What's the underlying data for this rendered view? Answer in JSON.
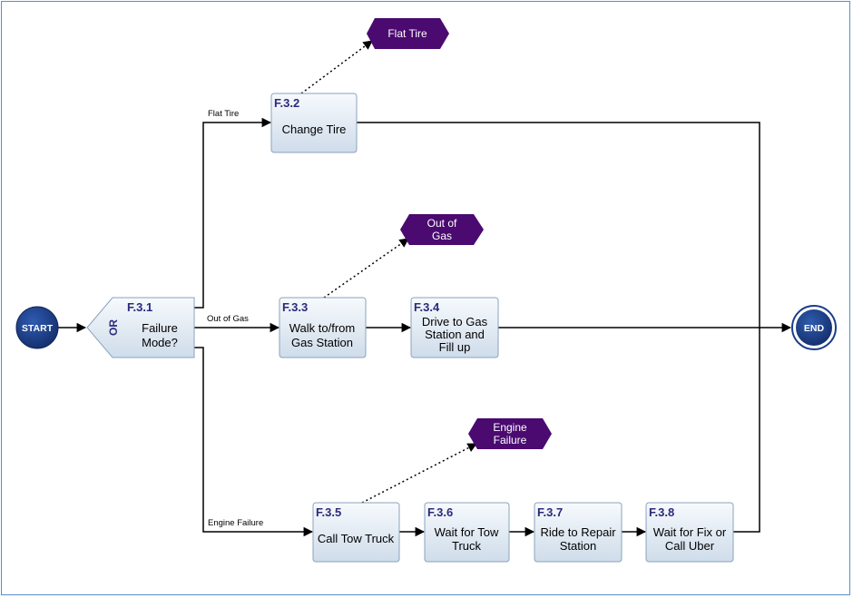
{
  "colors": {
    "terminal_fill": "#1b3d8a",
    "event_fill": "#4a0a70",
    "box_border": "#8aa3bd",
    "function_id_text": "#2b2a7a",
    "frame_border": "#5b8fc7"
  },
  "terminals": {
    "start": "START",
    "end": "END"
  },
  "decision": {
    "id": "F.3.1",
    "gate": "OR",
    "label_lines": [
      "Failure",
      "Mode?"
    ]
  },
  "branches": {
    "flat_tire": "Flat Tire",
    "out_of_gas": "Out of Gas",
    "engine_failure": "Engine Failure"
  },
  "functions": [
    {
      "id": "F.3.2",
      "lines": [
        "Change Tire"
      ]
    },
    {
      "id": "F.3.3",
      "lines": [
        "Walk to/from",
        "Gas Station"
      ]
    },
    {
      "id": "F.3.4",
      "lines": [
        "Drive to Gas",
        "Station and",
        "Fill up"
      ]
    },
    {
      "id": "F.3.5",
      "lines": [
        "Call Tow Truck"
      ]
    },
    {
      "id": "F.3.6",
      "lines": [
        "Wait for Tow",
        "Truck"
      ]
    },
    {
      "id": "F.3.7",
      "lines": [
        "Ride to Repair",
        "Station"
      ]
    },
    {
      "id": "F.3.8",
      "lines": [
        "Wait for Fix or",
        "Call Uber"
      ]
    }
  ],
  "events": [
    {
      "lines": [
        "Flat Tire"
      ]
    },
    {
      "lines": [
        "Out of",
        "Gas"
      ]
    },
    {
      "lines": [
        "Engine",
        "Failure"
      ]
    }
  ]
}
